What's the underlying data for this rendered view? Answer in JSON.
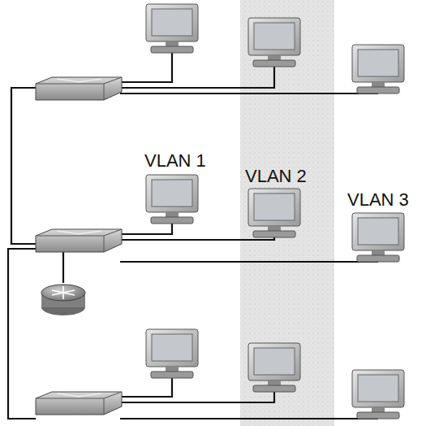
{
  "diagram": {
    "labels": [
      "VLAN 1",
      "VLAN 2",
      "VLAN 3"
    ]
  }
}
